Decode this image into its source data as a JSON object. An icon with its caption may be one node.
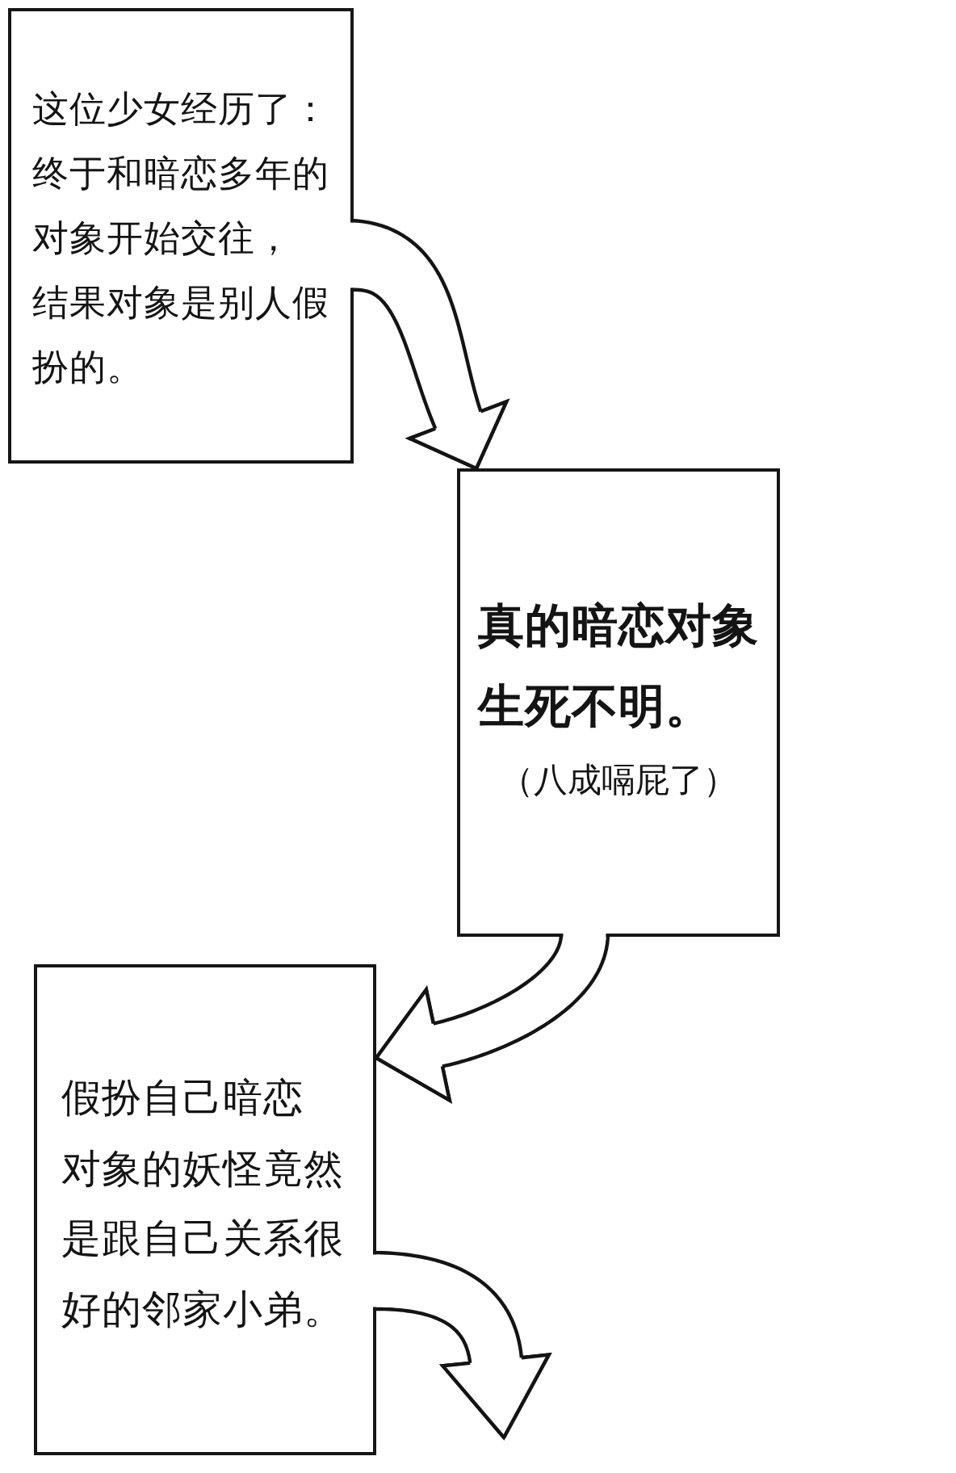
{
  "diagram": {
    "nodes": [
      {
        "text": [
          "这位少女经历了：终于和暗恋多年的对象开始交往，结果对象是别人假扮的。"
        ]
      },
      {
        "text": [
          "真的暗恋对象生死不明。",
          "（八成嗝屁了）"
        ]
      },
      {
        "text": [
          "假扮自己暗恋对象的妖怪竟然是跟自己关系很好的邻家小弟。"
        ]
      }
    ],
    "edges": [
      {
        "from": 0,
        "to": 1,
        "arrow": "to"
      },
      {
        "from": 1,
        "to": 2,
        "arrow": "to"
      },
      {
        "from": 2,
        "to": null,
        "arrow": "to"
      }
    ]
  }
}
